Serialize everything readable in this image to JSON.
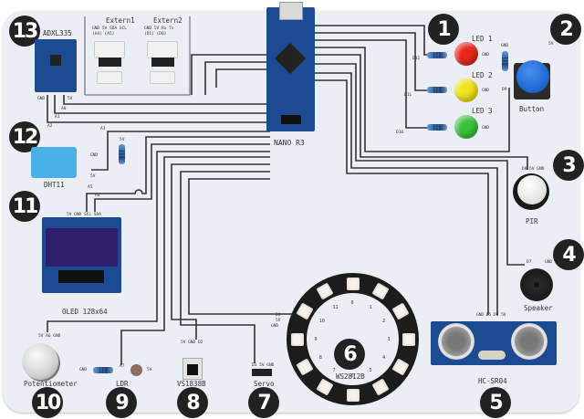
{
  "board": {
    "title": "Arduino Nano sensor shield pinout diagram",
    "colors": {
      "board": "#eceef6",
      "badge": "#222222",
      "wire": "#333333",
      "led_red": "#e8271c",
      "led_yellow": "#f2e21b",
      "led_green": "#3cc23a",
      "button": "#1f6bd6",
      "dht": "#4ab0e8",
      "oled_screen": "#2d1f6b",
      "pcb": "#1c4a93"
    }
  },
  "mcu": {
    "name": "NANO R3"
  },
  "components": [
    {
      "number": "1",
      "name": "LEDs",
      "leds": [
        {
          "label": "LED 1",
          "pin": "D12",
          "gnd": "GND",
          "color": "red"
        },
        {
          "label": "LED 2",
          "pin": "D11",
          "gnd": "GND",
          "color": "yellow"
        },
        {
          "label": "LED 3",
          "pin": "D10",
          "gnd": "GND",
          "color": "green"
        }
      ]
    },
    {
      "number": "2",
      "name": "Button",
      "pins": [
        "GND",
        "D9",
        "5V"
      ]
    },
    {
      "number": "3",
      "name": "PIR",
      "pins": "D8 5V GND"
    },
    {
      "number": "4",
      "name": "Speaker",
      "pins": [
        "D7",
        "GND"
      ]
    },
    {
      "number": "5",
      "name": "HC-SR04",
      "pins": "GND D5  D6 5V"
    },
    {
      "number": "6",
      "name": "WS2812B",
      "pins": [
        "D4",
        "5V",
        "GND"
      ],
      "ring_indices": [
        "0",
        "1",
        "2",
        "3",
        "4",
        "5",
        "6",
        "7",
        "8",
        "9",
        "10",
        "11"
      ]
    },
    {
      "number": "7",
      "name": "Servo",
      "pins": "D3 5V GND"
    },
    {
      "number": "8",
      "name": "VS1838B",
      "pins": "5V GND D2"
    },
    {
      "number": "9",
      "name": "LDR",
      "pins": [
        "GND",
        "A7",
        "5V"
      ]
    },
    {
      "number": "10",
      "name": "Potentiometer",
      "pins": "5V A6 GND"
    },
    {
      "number": "11",
      "name": "OLED 128x64",
      "pins": "5V GND SCL SDA",
      "wires": [
        "A5",
        "A4"
      ]
    },
    {
      "number": "12",
      "name": "DHT11",
      "pins": [
        "GND",
        "5V"
      ],
      "wire": "A3",
      "pullup": "5V"
    },
    {
      "number": "13",
      "name": "ADXL335",
      "pins": [
        "GND",
        "5V"
      ],
      "wires": [
        "A0",
        "A1",
        "A2"
      ]
    }
  ],
  "externals": [
    {
      "name": "Extern1",
      "pins": [
        "GND",
        "5V",
        "SDA\n(A4)",
        "SCL\n(A5)"
      ],
      "pins_line1": "GND  5V  SDA  SCL",
      "pins_line2": "          (A4) (A5)"
    },
    {
      "name": "Extern2",
      "pins": [
        "GND",
        "5V",
        "Rx\n(D1)",
        "Tx\n(D0)"
      ],
      "pins_line1": "GND  5V   Rx   Tx",
      "pins_line2": "          (D1) (D0)"
    }
  ]
}
